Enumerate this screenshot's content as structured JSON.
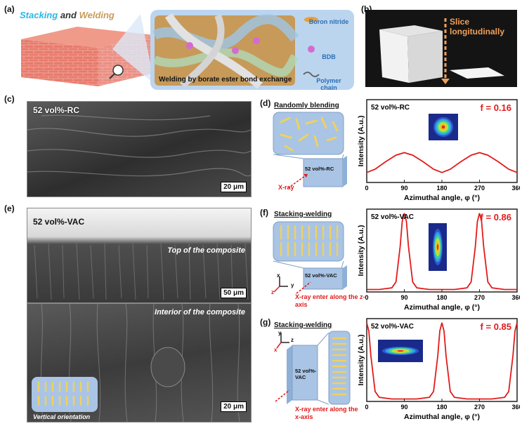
{
  "panels": {
    "a": {
      "letter": "(a)",
      "title_part1": "Stacking",
      "title_and": "and",
      "title_part2": "Welding",
      "legend": [
        "Boron nitride",
        "BDB",
        "Polymer chain"
      ],
      "caption": "Welding by borate ester bond exchange"
    },
    "b": {
      "letter": "(b)",
      "label": "Slice longitudinally"
    },
    "c": {
      "letter": "(c)",
      "sample": "52 vol%-RC",
      "scale": "20 μm"
    },
    "d": {
      "letter": "(d)",
      "caption": "Randomly blending",
      "sample": "52 vol%-RC",
      "xray": "X-ray"
    },
    "e": {
      "letter": "(e)",
      "sample": "52 vol%-VAC",
      "top_label": "Top of the composite",
      "scale_top": "50 μm",
      "interior_label": "Interior of the composite",
      "scale_bottom": "20 μm",
      "orientation": "Vertical orientation"
    },
    "f": {
      "letter": "(f)",
      "caption": "Stacking-welding",
      "sample": "52 vol%-VAC",
      "xray": "X-ray enter along the z-axis",
      "axes": {
        "x": "x",
        "y": "y",
        "z": "z"
      }
    },
    "g": {
      "letter": "(g)",
      "caption": "Stacking-welding",
      "sample": "52 vol%-VAC",
      "xray": "X-ray enter along the x-axis",
      "axes": {
        "x": "x",
        "y": "y",
        "z": "z"
      }
    }
  },
  "colors": {
    "curve": "#e21b1b",
    "block": "#a9c4e4",
    "platelet": "#f0d060",
    "brick": "#e77b6e"
  },
  "chart_data": [
    {
      "type": "line",
      "id": "d",
      "sample": "52 vol%-RC",
      "f_label": "f = 0.16",
      "xlabel": "Azimuthal angle, φ (°)",
      "ylabel": "Intensity (A.u.)",
      "xlim": [
        0,
        360
      ],
      "xticks": [
        "0",
        "90",
        "180",
        "270",
        "360"
      ],
      "x": [
        0,
        20,
        45,
        70,
        90,
        110,
        135,
        160,
        180,
        200,
        225,
        250,
        270,
        290,
        315,
        340,
        360
      ],
      "y": [
        0.12,
        0.16,
        0.25,
        0.33,
        0.36,
        0.33,
        0.25,
        0.16,
        0.12,
        0.16,
        0.25,
        0.33,
        0.36,
        0.33,
        0.25,
        0.16,
        0.12
      ]
    },
    {
      "type": "line",
      "id": "f",
      "sample": "52 vol%-VAC",
      "f_label": "f = 0.86",
      "xlabel": "Azimuthal angle, φ (°)",
      "ylabel": "Intensity (A.u.)",
      "xlim": [
        0,
        360
      ],
      "xticks": [
        "0",
        "90",
        "180",
        "270",
        "360"
      ],
      "x": [
        0,
        30,
        60,
        70,
        80,
        85,
        90,
        95,
        100,
        110,
        120,
        150,
        180,
        210,
        240,
        250,
        260,
        265,
        270,
        275,
        280,
        290,
        300,
        330,
        360
      ],
      "y": [
        0.03,
        0.03,
        0.05,
        0.12,
        0.55,
        0.85,
        0.95,
        0.85,
        0.55,
        0.12,
        0.05,
        0.03,
        0.03,
        0.03,
        0.05,
        0.12,
        0.55,
        0.85,
        0.95,
        0.85,
        0.55,
        0.12,
        0.05,
        0.03,
        0.03
      ]
    },
    {
      "type": "line",
      "id": "g",
      "sample": "52 vol%-VAC",
      "f_label": "f = 0.85",
      "xlabel": "Azimuthal angle, φ (°)",
      "ylabel": "Intensity (A.u.)",
      "xlim": [
        0,
        360
      ],
      "xticks": [
        "0",
        "90",
        "180",
        "270",
        "360"
      ],
      "x": [
        0,
        5,
        10,
        20,
        30,
        60,
        90,
        120,
        150,
        160,
        170,
        175,
        180,
        185,
        190,
        200,
        210,
        240,
        270,
        300,
        330,
        340,
        350,
        355,
        360
      ],
      "y": [
        0.95,
        0.85,
        0.55,
        0.12,
        0.05,
        0.03,
        0.03,
        0.03,
        0.05,
        0.12,
        0.55,
        0.85,
        0.95,
        0.85,
        0.55,
        0.12,
        0.05,
        0.03,
        0.03,
        0.03,
        0.05,
        0.12,
        0.55,
        0.85,
        0.95
      ]
    }
  ]
}
